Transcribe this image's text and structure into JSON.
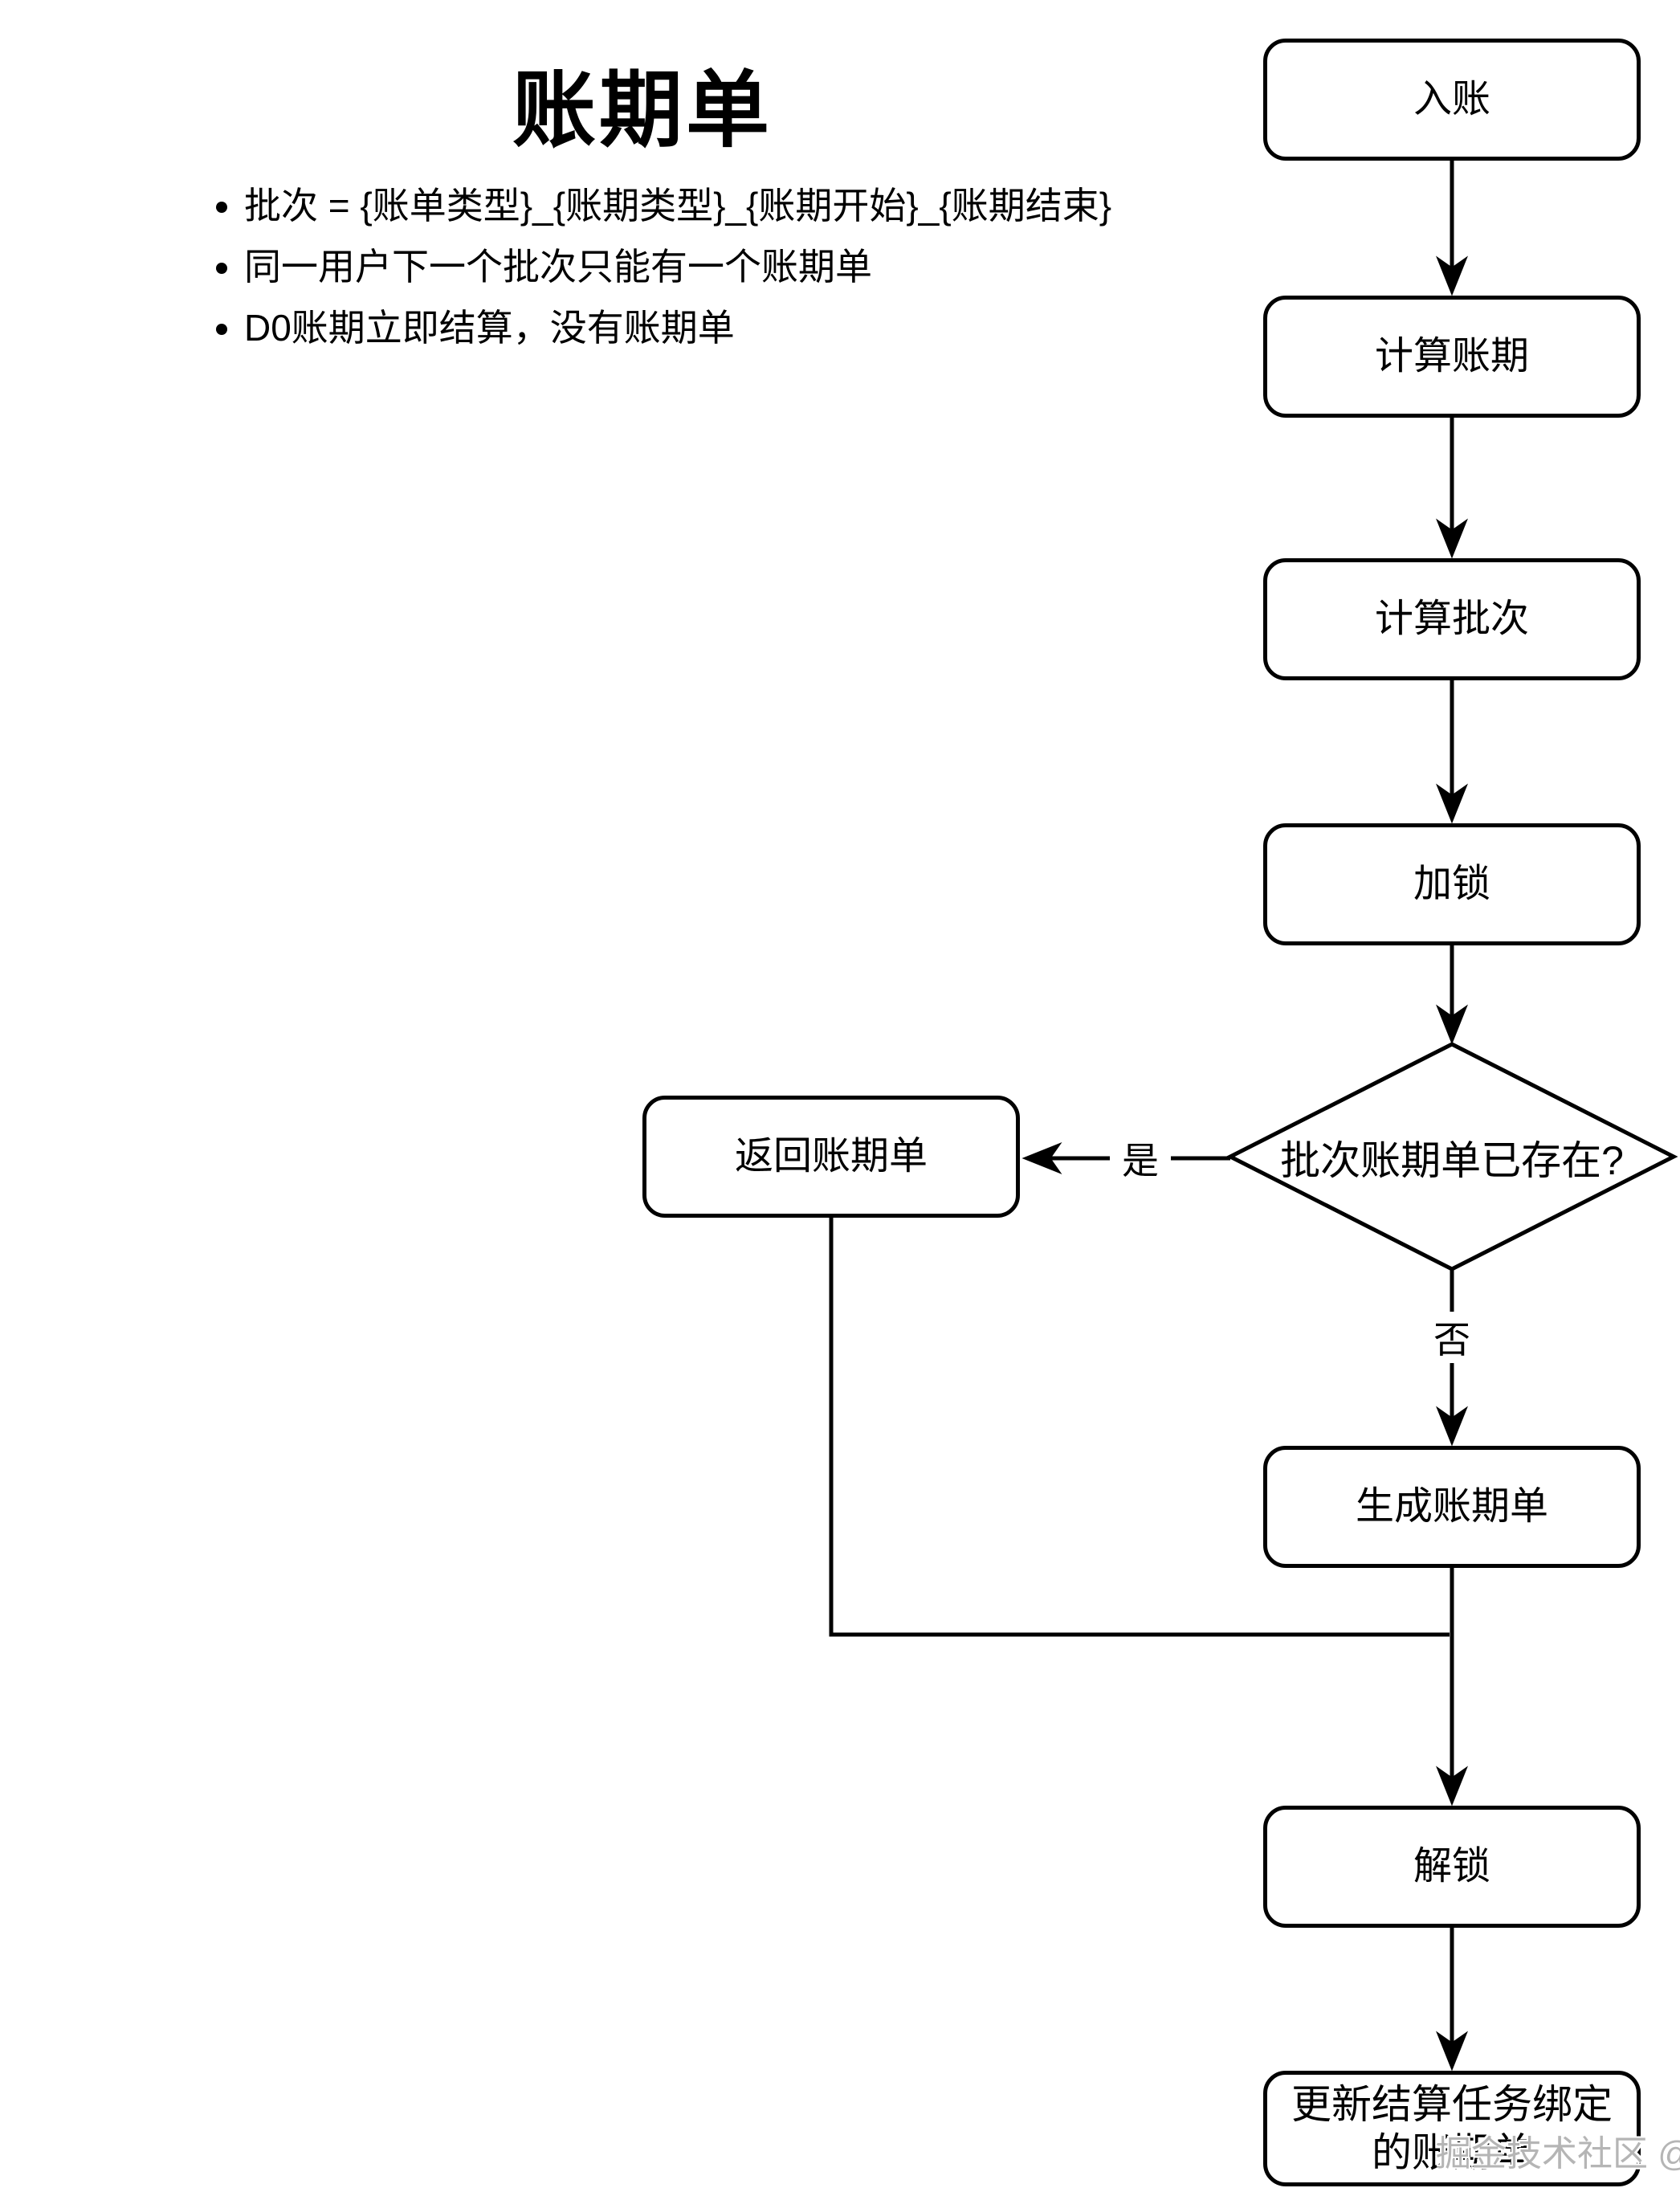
{
  "title": "账期单",
  "notes": [
    "批次 = {账单类型}_{账期类型}_{账期开始}_{账期结束}",
    "同一用户下一个批次只能有一个账期单",
    "D0账期立即结算，没有账期单"
  ],
  "nodes": {
    "start": "入账",
    "calc_period": "计算账期",
    "calc_batch": "计算批次",
    "lock": "加锁",
    "decision": "批次账期单已存在?",
    "return_bill": "返回账期单",
    "create_bill": "生成账期单",
    "unlock": "解锁",
    "update_task": "更新结算任务绑定的账期单"
  },
  "edge_labels": {
    "yes": "是",
    "no": "否"
  },
  "watermark": "掘金技术社区 @ EricT",
  "colors": {
    "stroke": "#000000",
    "background": "#ffffff",
    "watermark_gray": "#b5b5b5"
  }
}
